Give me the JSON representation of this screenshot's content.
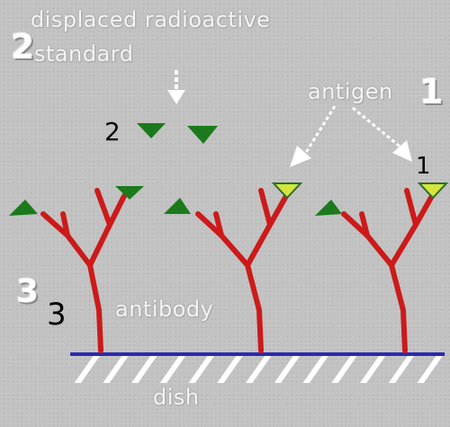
{
  "labels": {
    "displaced_line1": "displaced radioactive",
    "displaced_line2": "standard",
    "antigen": "antigen",
    "antibody": "antibody",
    "dish": "dish"
  },
  "numbers": {
    "white_2": "2",
    "white_1": "1",
    "white_3": "3",
    "black_2": "2",
    "black_1": "1",
    "black_3": "3"
  },
  "colors": {
    "background": "#c2c2c2",
    "antibody": "#cc1a1a",
    "standard_triangle": "#1b7a1b",
    "antigen_triangle": "#d4e63a",
    "dish_line": "#2a2ab0",
    "label_text": "#f4f4f4"
  }
}
